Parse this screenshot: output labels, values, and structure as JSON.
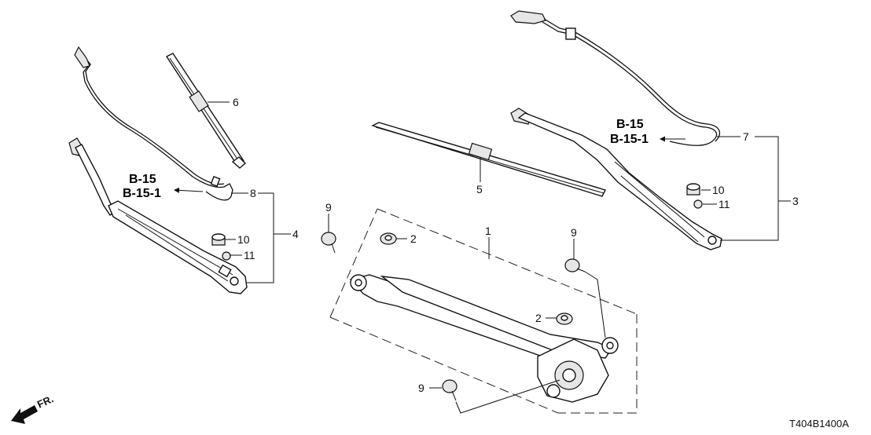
{
  "diagram": {
    "callouts": {
      "c1": "1",
      "c2a": "2",
      "c2b": "2",
      "c3": "3",
      "c4": "4",
      "c5": "5",
      "c6": "6",
      "c7": "7",
      "c8": "8",
      "c9a": "9",
      "c9b": "9",
      "c9c": "9",
      "c10a": "10",
      "c10b": "10",
      "c11a": "11",
      "c11b": "11"
    },
    "refs": {
      "left_b15": "B-15",
      "left_b151": "B-15-1",
      "right_b15": "B-15",
      "right_b151": "B-15-1"
    },
    "direction_label": "FR.",
    "drawing_code": "T404B1400A"
  }
}
